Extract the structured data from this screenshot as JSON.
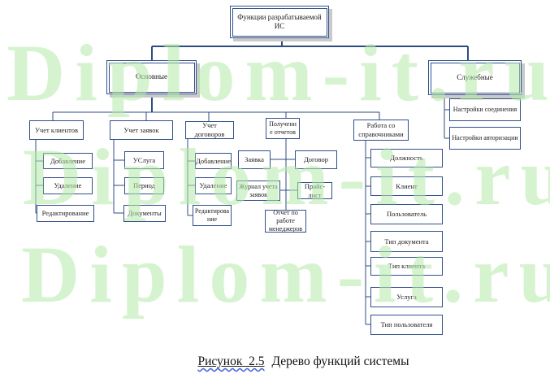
{
  "watermark": {
    "text": "Diplom-it.ru",
    "color": "#d6f3cf"
  },
  "caption": {
    "figure_ref": "Рисунок  2.5",
    "title": "Дерево функций системы"
  },
  "colors": {
    "box_border": "#31508a",
    "connector": "#2e4c80",
    "shadow": "#c9c9c9"
  },
  "nodes": {
    "root": {
      "label": "Функции разрабатываемой ИС"
    },
    "main": {
      "label": "Основные"
    },
    "service": {
      "label": "Служебные"
    },
    "conn_settings": {
      "label": "Настройки соединения"
    },
    "auth_settings": {
      "label": "Настройки авторизации"
    },
    "clients": {
      "label": "Учет клиентов"
    },
    "requests": {
      "label": "Учет заявок"
    },
    "contracts": {
      "label": "Учет договоров"
    },
    "reports": {
      "label": "Получени е отчетов"
    },
    "directories": {
      "label": "Работа со справочниками"
    },
    "clients_add": {
      "label": "Добавление"
    },
    "clients_delete": {
      "label": "Удаление"
    },
    "clients_edit": {
      "label": "Редактирование"
    },
    "requests_service": {
      "label": "УСлуга"
    },
    "requests_period": {
      "label": "Период"
    },
    "requests_documents": {
      "label": "Документы"
    },
    "contracts_add": {
      "label": "Добавление"
    },
    "contracts_delete": {
      "label": "Удаление"
    },
    "contracts_edit": {
      "label": "Редактирова ние"
    },
    "report_request": {
      "label": "Заявка"
    },
    "report_contract": {
      "label": "Договор"
    },
    "report_journal": {
      "label": "Журнал учета заявок"
    },
    "report_price": {
      "label": "Прайс-лист"
    },
    "report_managers": {
      "label": "Отчет по работе менеджеров"
    },
    "dir_position": {
      "label": "Должность"
    },
    "dir_client": {
      "label": "Клиент"
    },
    "dir_user": {
      "label": "Пользователь"
    },
    "dir_doc_type": {
      "label": "Тип документа"
    },
    "dir_client_type": {
      "label": "Тип клиента"
    },
    "dir_service": {
      "label": "Услуга"
    },
    "dir_user_type": {
      "label": "Тип пользователя"
    }
  }
}
